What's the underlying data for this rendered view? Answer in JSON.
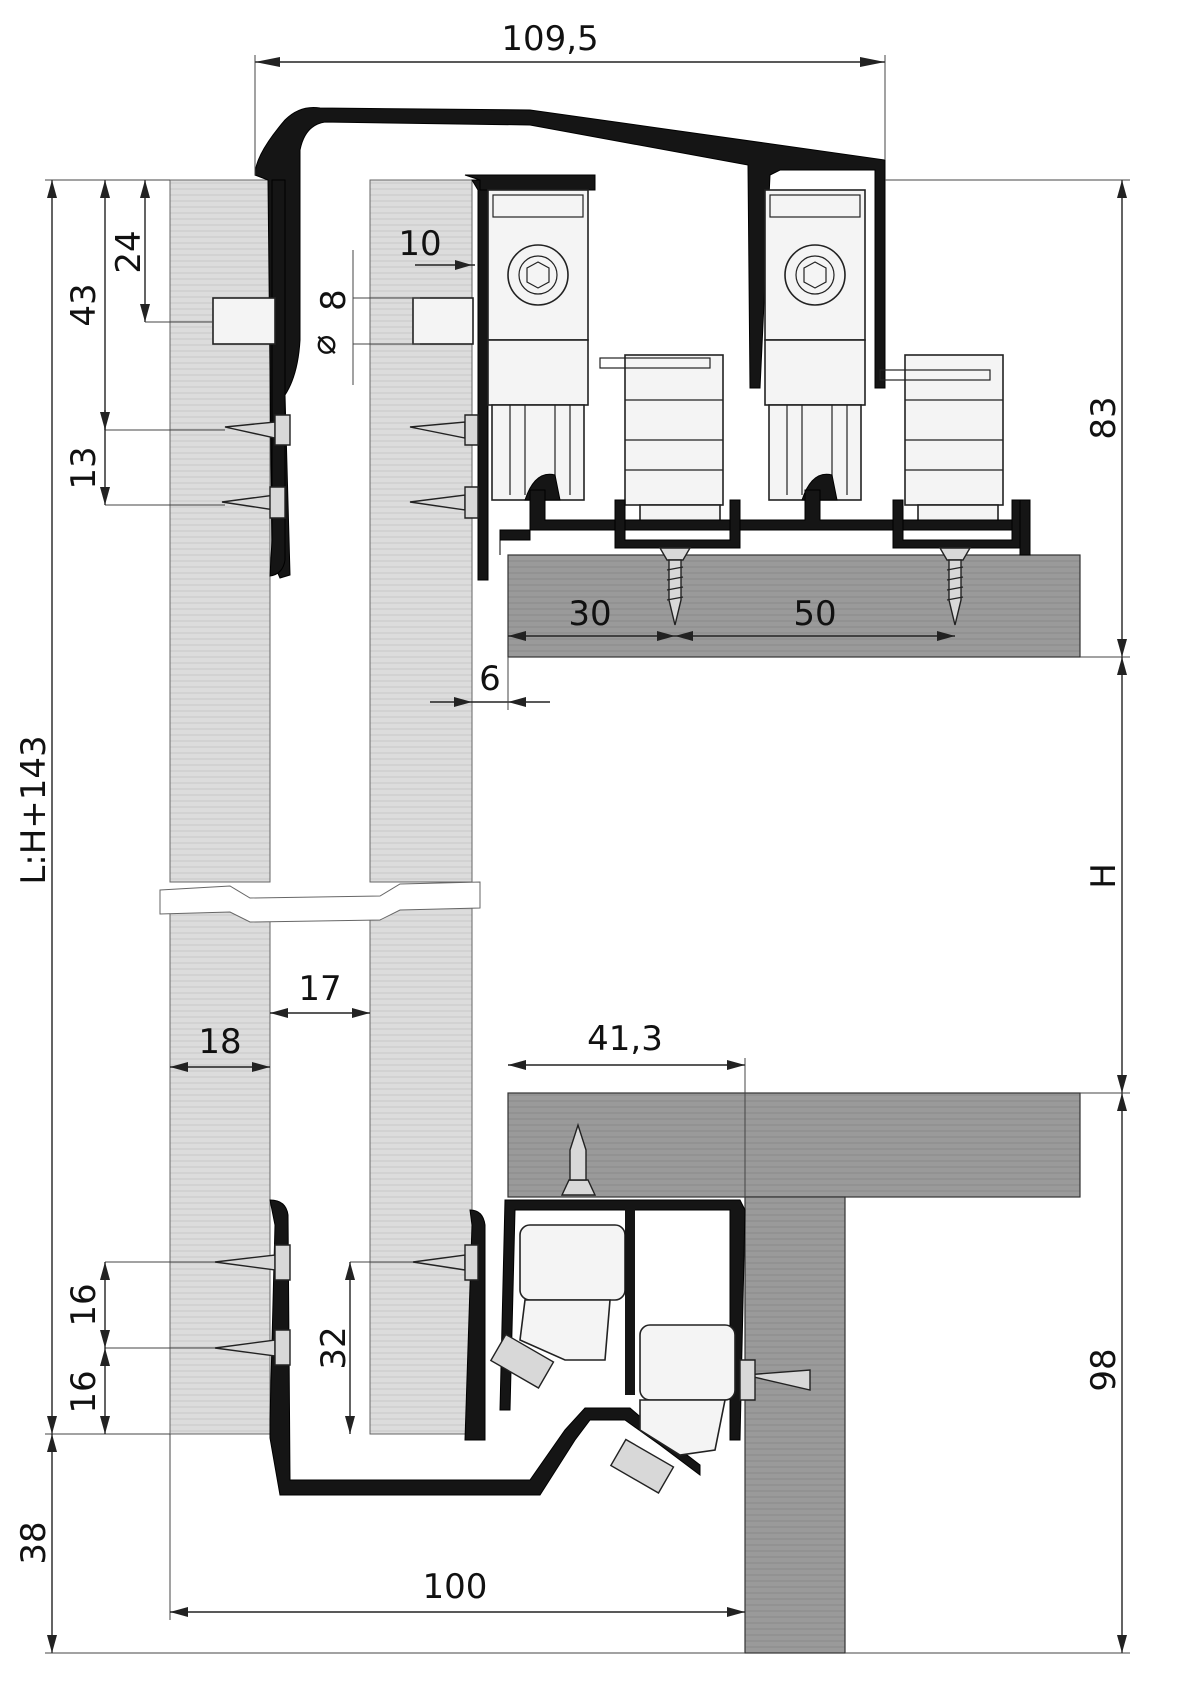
{
  "dimensions": {
    "top_width": "109,5",
    "d10": "10",
    "d8": "8",
    "diameter_symbol": "⌀",
    "d24": "24",
    "d43": "43",
    "d13": "13",
    "d30": "30",
    "d50": "50",
    "d6": "6",
    "d83": "83",
    "length_formula": "L:H+143",
    "H": "H",
    "d17": "17",
    "d18": "18",
    "d41_3": "41,3",
    "d16_upper": "16",
    "d16_lower": "16",
    "d32": "32",
    "d98": "98",
    "d38": "38",
    "d100": "100"
  },
  "colors": {
    "panel": "#dcdcdc",
    "board": "#9a9a9a",
    "profile": "#151515",
    "line": "#222222"
  }
}
